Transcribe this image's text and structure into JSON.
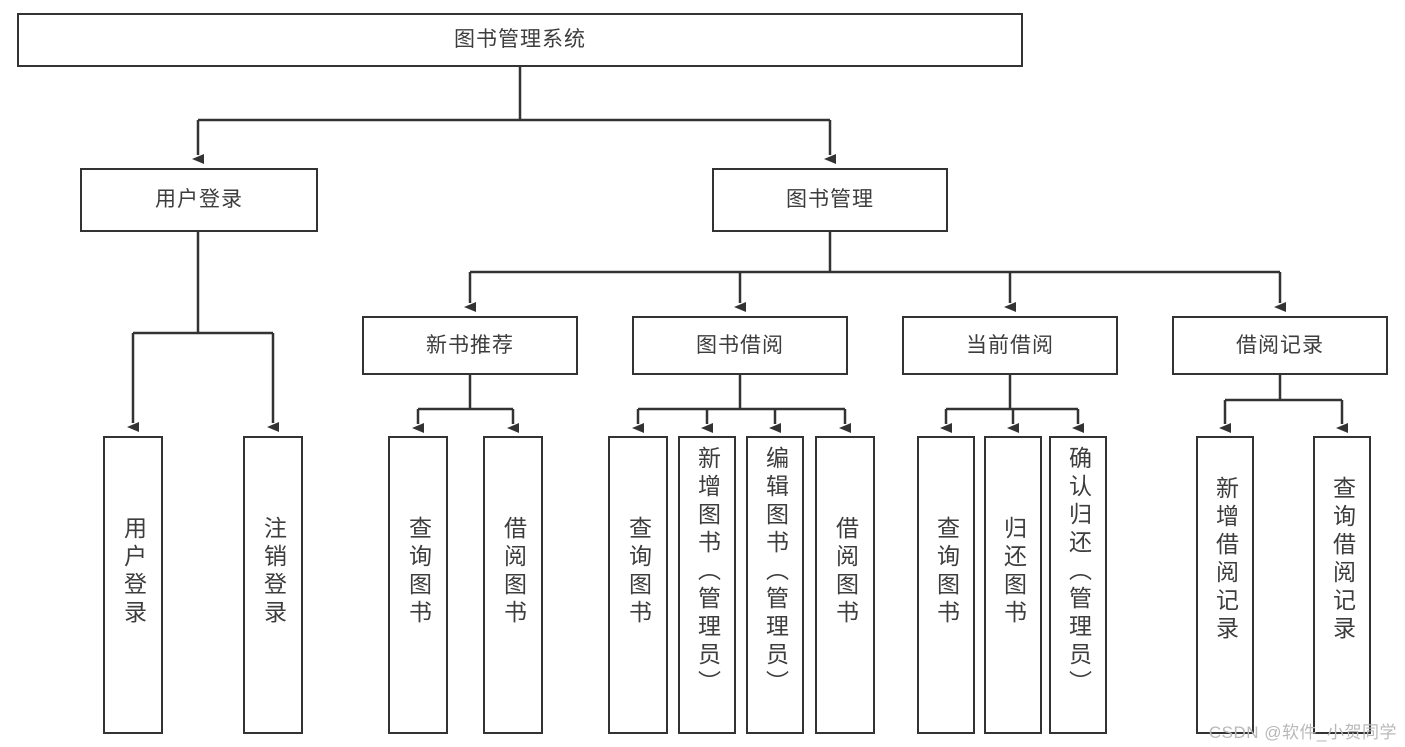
{
  "diagram": {
    "type": "tree-hierarchy",
    "title": "图书管理系统",
    "root": {
      "id": "root",
      "label": "图书管理系统"
    },
    "level2": [
      {
        "id": "user-login",
        "label": "用户登录"
      },
      {
        "id": "book-manage",
        "label": "图书管理"
      }
    ],
    "level3": [
      {
        "id": "new-book-recommend",
        "label": "新书推荐",
        "parent": "book-manage"
      },
      {
        "id": "book-borrow",
        "label": "图书借阅",
        "parent": "book-manage"
      },
      {
        "id": "current-borrow",
        "label": "当前借阅",
        "parent": "book-manage"
      },
      {
        "id": "borrow-record",
        "label": "借阅记录",
        "parent": "book-manage"
      }
    ],
    "leaves": [
      {
        "id": "leaf-user-login",
        "label": "用户登录",
        "parent": "user-login"
      },
      {
        "id": "leaf-user-logout",
        "label": "注销登录",
        "parent": "user-login"
      },
      {
        "id": "leaf-query-book-1",
        "label": "查询图书",
        "parent": "new-book-recommend"
      },
      {
        "id": "leaf-borrow-book-1",
        "label": "借阅图书",
        "parent": "new-book-recommend"
      },
      {
        "id": "leaf-query-book-2",
        "label": "查询图书",
        "parent": "book-borrow"
      },
      {
        "id": "leaf-add-book",
        "label": "新增图书（管理员）",
        "parent": "book-borrow"
      },
      {
        "id": "leaf-edit-book",
        "label": "编辑图书（管理员）",
        "parent": "book-borrow"
      },
      {
        "id": "leaf-borrow-book-2",
        "label": "借阅图书",
        "parent": "book-borrow"
      },
      {
        "id": "leaf-query-book-3",
        "label": "查询图书",
        "parent": "current-borrow"
      },
      {
        "id": "leaf-return-book",
        "label": "归还图书",
        "parent": "current-borrow"
      },
      {
        "id": "leaf-confirm-return",
        "label": "确认归还（管理员）",
        "parent": "current-borrow"
      },
      {
        "id": "leaf-add-record",
        "label": "新增借阅记录",
        "parent": "borrow-record"
      },
      {
        "id": "leaf-query-record",
        "label": "查询借阅记录",
        "parent": "borrow-record"
      }
    ],
    "watermark": "CSDN @软件_小贺同学",
    "colors": {
      "stroke": "#333333",
      "text": "#3d3d3d",
      "background": "#ffffff",
      "watermark": "#b9b9b9"
    }
  }
}
